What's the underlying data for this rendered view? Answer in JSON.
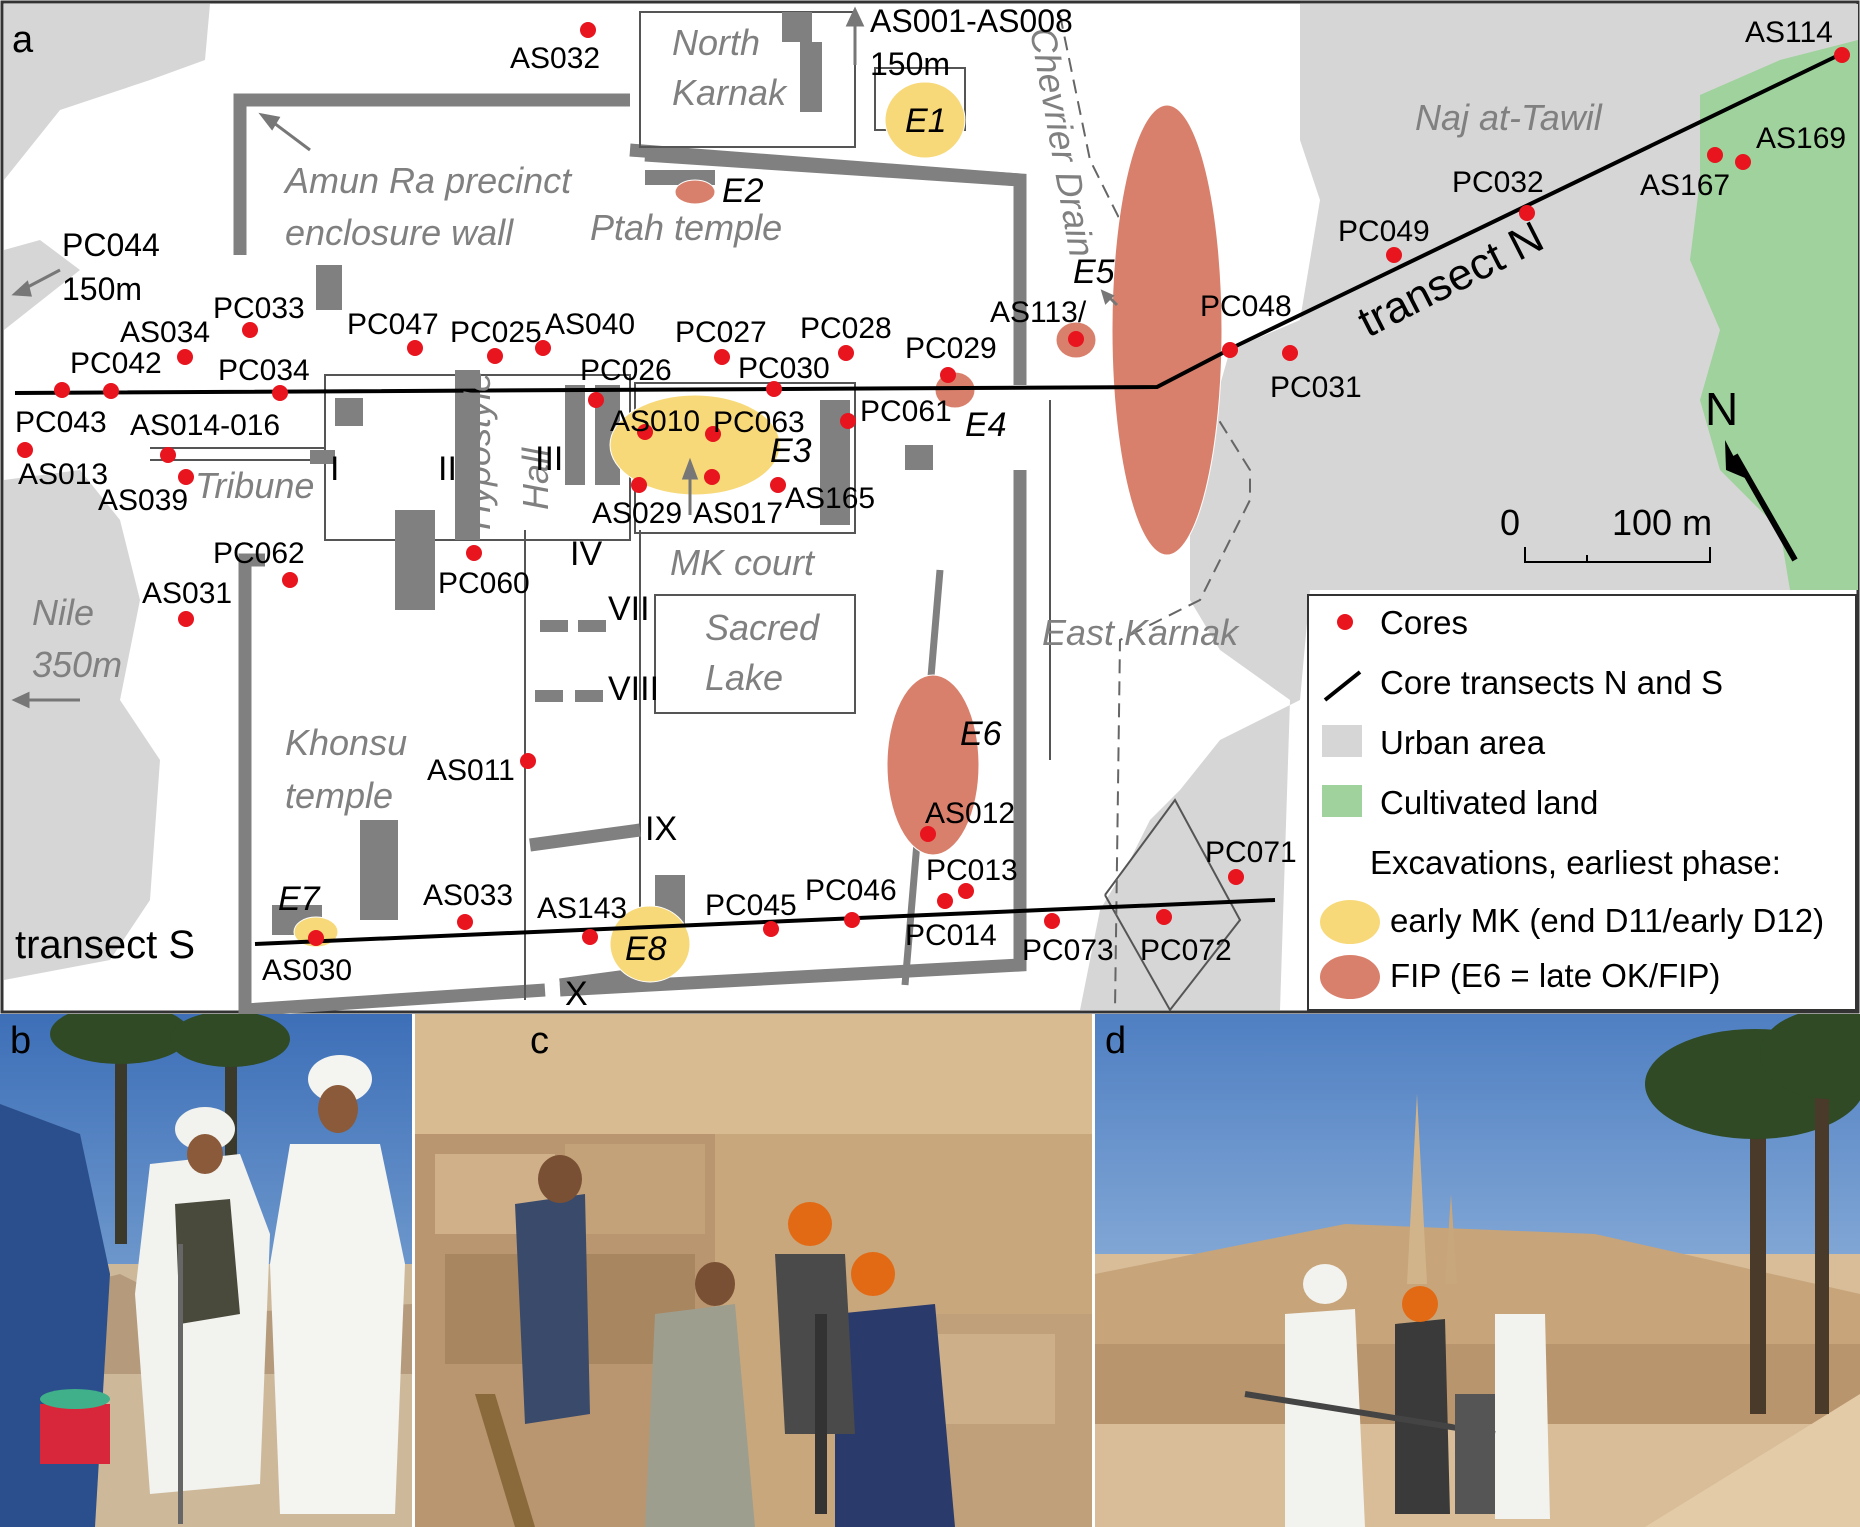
{
  "panels": {
    "a": "a",
    "b": "b",
    "c": "c",
    "d": "d"
  },
  "colors": {
    "urban": "#d6d6d6",
    "cultivated": "#9fd29c",
    "wall": "#808080",
    "core": "#e8141e",
    "early_mk": "#f7d97a",
    "fip": "#d9806c"
  },
  "places": {
    "north_karnak": [
      "North",
      "Karnak"
    ],
    "amun_wall": [
      "Amun Ra precinct",
      "enclosure wall"
    ],
    "ptah": "Ptah temple",
    "chevrier": "Chevrier Drain",
    "naj": "Naj at-Tawil",
    "tribune": "Tribune",
    "hypostyle": [
      "Hypostyle",
      "Hall"
    ],
    "mk_court": "MK court",
    "sacred_lake": [
      "Sacred",
      "Lake"
    ],
    "east_karnak": "East  Karnak",
    "nile": [
      "Nile",
      "350m"
    ],
    "khonsu": [
      "Khonsu",
      "temple"
    ],
    "as001": [
      "AS001-AS008",
      "150m"
    ],
    "pc044": [
      "PC044",
      "150m"
    ]
  },
  "pylons": [
    "I",
    "II",
    "III",
    "IV",
    "VII",
    "VIII",
    "IX",
    "X"
  ],
  "excavations": [
    "E1",
    "E2",
    "E3",
    "E4",
    "E5",
    "E6",
    "E7",
    "E8"
  ],
  "transects": {
    "n": "transect N",
    "s": "transect S"
  },
  "cores": [
    "AS032",
    "PC033",
    "AS034",
    "PC042",
    "PC043",
    "PC034",
    "AS013",
    "AS014-016",
    "AS039",
    "PC047",
    "PC025",
    "AS040",
    "PC027",
    "PC028",
    "PC026",
    "PC030",
    "PC029",
    "AS113/",
    "PC048",
    "PC031",
    "PC049",
    "PC032",
    "AS114",
    "AS167",
    "AS169",
    "PC061",
    "AS010",
    "PC063",
    "AS029",
    "AS017",
    "AS165",
    "PC062",
    "PC060",
    "AS031",
    "AS011",
    "AS012",
    "PC013",
    "PC014",
    "PC071",
    "PC072",
    "PC073",
    "AS033",
    "AS143",
    "PC045",
    "PC046",
    "AS030"
  ],
  "compass": "N",
  "scale": {
    "zero": "0",
    "label": "100 m"
  },
  "legend": {
    "cores": "Cores",
    "transects": "Core transects N and S",
    "urban": "Urban area",
    "cultivated": "Cultivated land",
    "excavations": "Excavations, earliest phase:",
    "early_mk": "early MK (end D11/early D12)",
    "fip": "FIP (E6 = late OK/FIP)"
  }
}
